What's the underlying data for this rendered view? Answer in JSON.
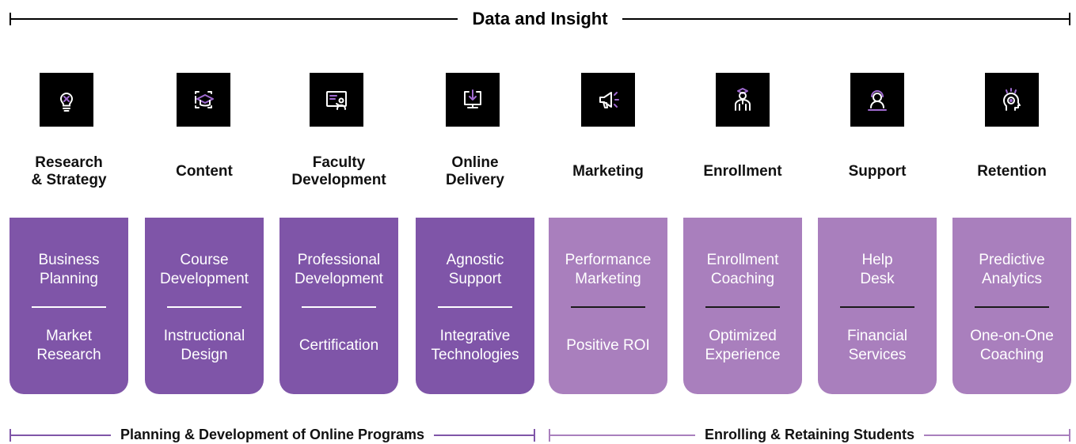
{
  "header": {
    "title": "Data and Insight"
  },
  "columns": [
    {
      "title": "Research\n& Strategy",
      "icon": "lightbulb-icon",
      "shade": "dark",
      "top": "Business\nPlanning",
      "bottom": "Market\nResearch"
    },
    {
      "title": "Content",
      "icon": "graduation-cap-icon",
      "shade": "dark",
      "top": "Course\nDevelopment",
      "bottom": "Instructional\nDesign"
    },
    {
      "title": "Faculty\nDevelopment",
      "icon": "presentation-board-icon",
      "shade": "dark",
      "top": "Professional\nDevelopment",
      "bottom": "Certification"
    },
    {
      "title": "Online\nDelivery",
      "icon": "monitor-download-icon",
      "shade": "dark",
      "top": "Agnostic\nSupport",
      "bottom": "Integrative\nTechnologies"
    },
    {
      "title": "Marketing",
      "icon": "megaphone-icon",
      "shade": "light",
      "top": "Performance\nMarketing",
      "bottom": "Positive ROI"
    },
    {
      "title": "Enrollment",
      "icon": "graduate-person-icon",
      "shade": "light",
      "top": "Enrollment\nCoaching",
      "bottom": "Optimized\nExperience"
    },
    {
      "title": "Support",
      "icon": "headset-agent-icon",
      "shade": "light",
      "top": "Help\nDesk",
      "bottom": "Financial\nServices"
    },
    {
      "title": "Retention",
      "icon": "head-target-icon",
      "shade": "light",
      "top": "Predictive\nAnalytics",
      "bottom": "One-on-One\nCoaching"
    }
  ],
  "footer": {
    "left_label": "Planning & Development of Online Programs",
    "right_label": "Enrolling & Retaining Students"
  },
  "colors": {
    "dark_purple": "#7f55a8",
    "light_purple": "#a97fbd",
    "icon_accent": "#a06ad0",
    "icon_background": "#000000"
  }
}
